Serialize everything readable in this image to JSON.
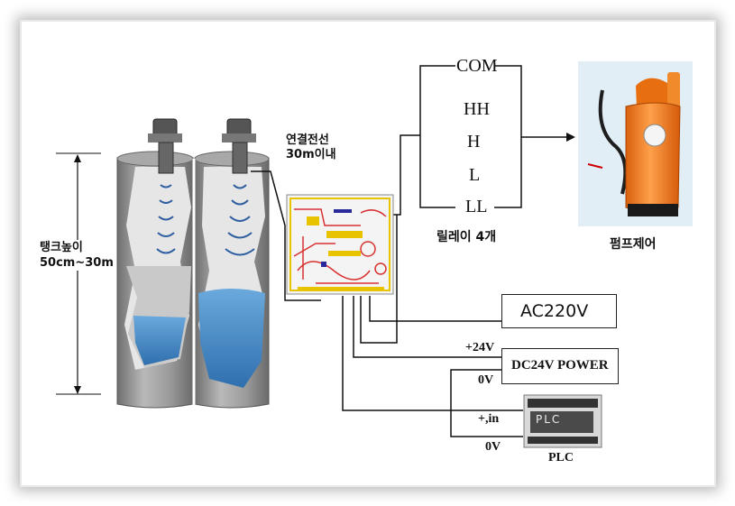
{
  "labels": {
    "cable": [
      "연결전선",
      "30m이내"
    ],
    "tank_height": [
      "탱크높이",
      "50cm~30m"
    ],
    "relay_outputs": [
      "COM",
      "HH",
      "H",
      "L",
      "LL"
    ],
    "relay_caption": "릴레이 4개",
    "pump_caption": "펌프제어",
    "ac_power": "AC220V",
    "dc_power": "DC24V POWER",
    "plus24": "+24V",
    "zero_v_1": "0V",
    "plc_input": "+,in",
    "zero_v_2": "0V",
    "plc_caption": "PLC",
    "plc_device_text": "PLC"
  },
  "colors": {
    "tank_gray": "#8e8e8e",
    "tank_inner": "#e4e4e4",
    "water_blue": "#3d86c6",
    "pcb_yellow": "#e8c400",
    "pcb_red": "#d93030",
    "pump_orange": "#f07a1e",
    "line": "#222222"
  }
}
